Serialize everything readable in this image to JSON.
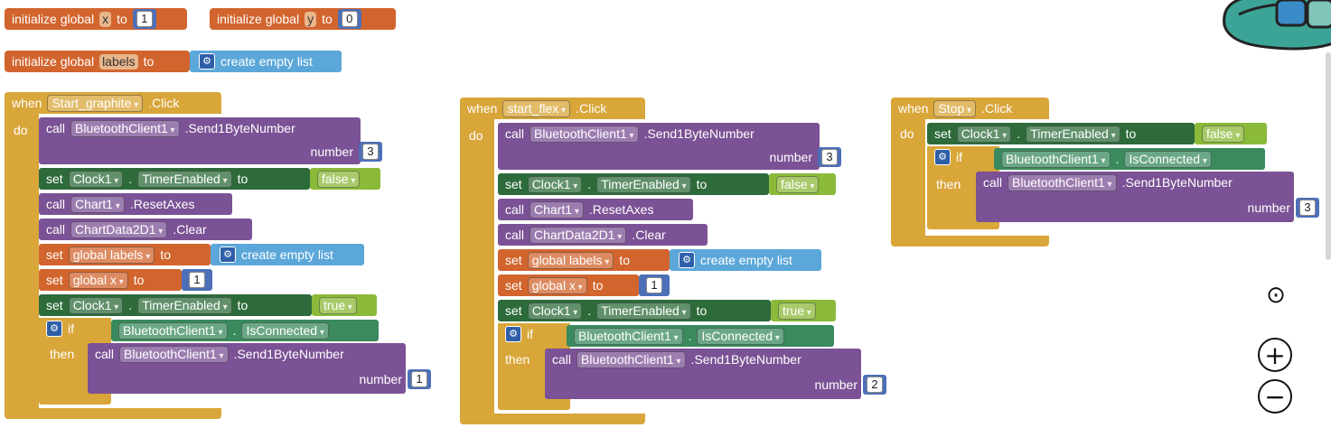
{
  "globals": [
    {
      "prefix": "initialize global",
      "name": "x",
      "to": "to",
      "value": "1"
    },
    {
      "prefix": "initialize global",
      "name": "y",
      "to": "to",
      "value": "0"
    },
    {
      "prefix": "initialize global",
      "name": "labels",
      "to": "to",
      "value": "create empty list"
    }
  ],
  "kw": {
    "when": "when",
    "do": "do",
    "call": "call",
    "set": "set",
    "if": "if",
    "then": "then",
    "to": "to",
    "number": "number",
    "dot": "."
  },
  "events": [
    {
      "component": "Start_graphite",
      "event": ".Click",
      "send": {
        "component": "BluetoothClient1",
        "method": ".Send1ByteNumber",
        "number": "3"
      },
      "timer1": {
        "component": "Clock1",
        "prop": "TimerEnabled",
        "value": "false"
      },
      "reset": {
        "component": "Chart1",
        "method": ".ResetAxes"
      },
      "clear": {
        "component": "ChartData2D1",
        "method": ".Clear"
      },
      "labels": {
        "var": "global labels",
        "value": "create empty list"
      },
      "x": {
        "var": "global x",
        "value": "1"
      },
      "timer2": {
        "component": "Clock1",
        "prop": "TimerEnabled",
        "value": "true"
      },
      "cond": {
        "component": "BluetoothClient1",
        "prop": "IsConnected"
      },
      "send2": {
        "component": "BluetoothClient1",
        "method": ".Send1ByteNumber",
        "number": "1"
      }
    },
    {
      "component": "start_flex",
      "event": ".Click",
      "send": {
        "component": "BluetoothClient1",
        "method": ".Send1ByteNumber",
        "number": "3"
      },
      "timer1": {
        "component": "Clock1",
        "prop": "TimerEnabled",
        "value": "false"
      },
      "reset": {
        "component": "Chart1",
        "method": ".ResetAxes"
      },
      "clear": {
        "component": "ChartData2D1",
        "method": ".Clear"
      },
      "labels": {
        "var": "global labels",
        "value": "create empty list"
      },
      "x": {
        "var": "global x",
        "value": "1"
      },
      "timer2": {
        "component": "Clock1",
        "prop": "TimerEnabled",
        "value": "true"
      },
      "cond": {
        "component": "BluetoothClient1",
        "prop": "IsConnected"
      },
      "send2": {
        "component": "BluetoothClient1",
        "method": ".Send1ByteNumber",
        "number": "2"
      }
    },
    {
      "component": "Stop",
      "event": ".Click",
      "timer1": {
        "component": "Clock1",
        "prop": "TimerEnabled",
        "value": "false"
      },
      "cond": {
        "component": "BluetoothClient1",
        "prop": "IsConnected"
      },
      "send2": {
        "component": "BluetoothClient1",
        "method": ".Send1ByteNumber",
        "number": "3"
      }
    }
  ],
  "controls": {
    "center": "⊙",
    "zoom_in": "+",
    "zoom_out": "−"
  },
  "colors": {
    "event": "#D9A63A",
    "procedure": "#7B5295",
    "component": "#2D6B3A",
    "variable": "#D2652E",
    "math": "#4C6FB8",
    "list": "#5BA7D9",
    "logic": "#8BB93A"
  }
}
